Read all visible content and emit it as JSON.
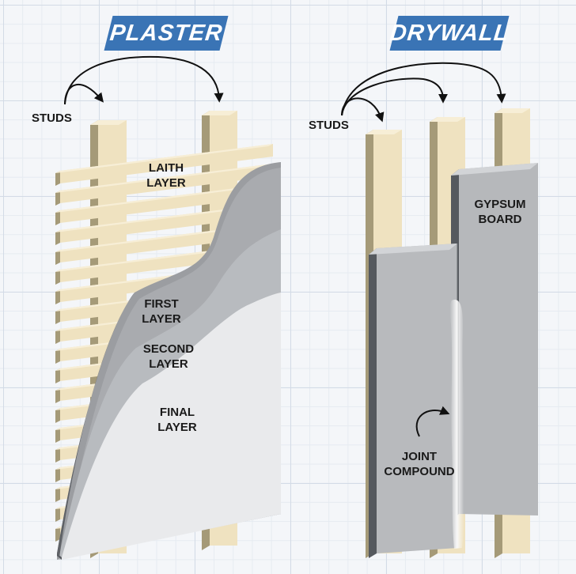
{
  "colors": {
    "banner": "#3a74b5",
    "wood_face": "#efe2c0",
    "wood_side": "#a59a78",
    "plaster_first": "#9b9da1",
    "plaster_second": "#b8bbbf",
    "plaster_final": "#e9eaec",
    "gypsum_face": "#b6b8bb",
    "gypsum_edge": "#55595e",
    "joint_compound": "#f4f4f4",
    "grid": "#d3dbe6"
  },
  "plaster": {
    "title": "PLASTER",
    "studs_label": "STUDS",
    "laith_label_1": "LAITH",
    "laith_label_2": "LAYER",
    "first_label_1": "FIRST",
    "first_label_2": "LAYER",
    "second_label_1": "SECOND",
    "second_label_2": "LAYER",
    "final_label_1": "FINAL",
    "final_label_2": "LAYER"
  },
  "drywall": {
    "title": "DRYWALL",
    "studs_label": "STUDS",
    "gypsum_label_1": "GYPSUM",
    "gypsum_label_2": "BOARD",
    "joint_label_1": "JOINT",
    "joint_label_2": "COMPOUND"
  }
}
